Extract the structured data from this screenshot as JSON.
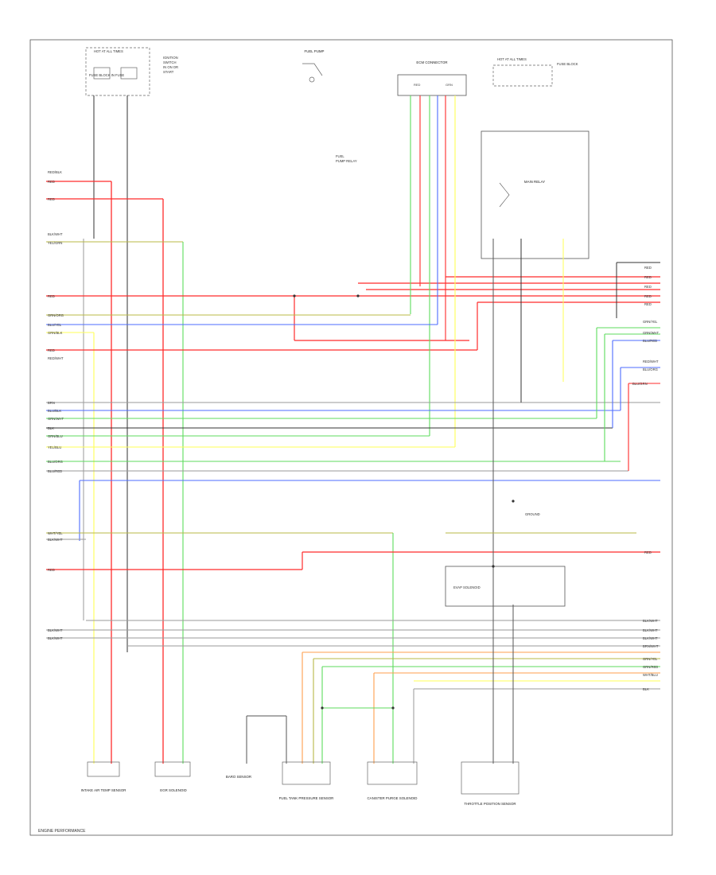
{
  "page_tag": "ENGINE PERFORMANCE",
  "components": {
    "hot_at_all_times": "HOT AT ALL TIMES",
    "fuse_top_left": "FUSE BLOCK IN FUSE",
    "fuse_top_right": "FUSE BLOCK",
    "fuel_pump": "FUEL PUMP",
    "ecm_connector": "ECM CONNECTOR",
    "power_relay": "MAIN RELAY",
    "ground_ref": "GROUND",
    "evap_switch": "EVAP SOLENOID",
    "bottom_1": "INTAKE AIR TEMP SENSOR",
    "bottom_2": "EGR SOLENOID",
    "bottom_3": "BARO SENSOR",
    "bottom_4": "FUEL TANK PRESSURE SENSOR",
    "bottom_5": "CANISTER PURGE SOLENOID",
    "bottom_6": "THROTTLE POSITION SENSOR"
  },
  "left_labels": [
    "RED/BLK",
    "RED",
    "RED",
    "BLK/WHT",
    "YEL/GRN",
    "RED",
    "GRN/ORG",
    "BLU/YEL",
    "GRN/BLK",
    "RED",
    "RED/WHT",
    "BRN",
    "BLU/BLK",
    "GRN/WHT",
    "BLK",
    "GRN/BLU",
    "YEL/BLU",
    "BLU/ORG",
    "BLU/RED",
    "WHT/YEL",
    "BLK/WHT",
    "RED",
    "BLK/WHT",
    "BLK/WHT"
  ],
  "right_labels": [
    "RED",
    "RED",
    "RED",
    "RED",
    "RED",
    "GRN/YEL",
    "GRN/WHT",
    "BLU/RED",
    "RED/WHT",
    "BLU/ORG",
    "BLU/GRN",
    "RED",
    "BLK/WHT",
    "BLK/WHT",
    "BLK/WHT",
    "BRN/WHT",
    "GRN/YEL",
    "GRN/RED",
    "WHT/BLU",
    "BLK"
  ],
  "colors": {
    "red": "#ff2b2b",
    "green": "#5cdb5c",
    "blue": "#4d6bff",
    "yellow": "#ffff55",
    "olive": "#b8b846",
    "black": "#333333",
    "gray": "#9a9a9a",
    "orange": "#ff9f4d"
  }
}
